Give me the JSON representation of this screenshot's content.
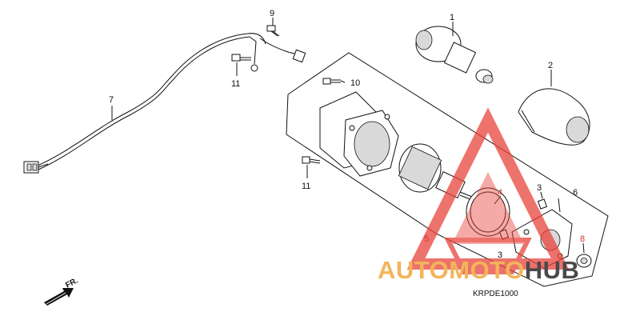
{
  "callouts": {
    "c1": "1",
    "c2": "2",
    "c3a": "3",
    "c3b": "3",
    "c4": "4",
    "c5": "5",
    "c6": "6",
    "c7": "7",
    "c8": "8",
    "c9": "9",
    "c10": "10",
    "c11a": "11",
    "c11b": "11"
  },
  "diagram_code": "KRPDE1000",
  "front_marker": "FR.",
  "watermark": {
    "part1": "AUTOMOTO",
    "part2": "HUB",
    "color_primary": "#f3b45a",
    "color_secondary": "#4a4a4a",
    "logo_color": "#e8433a"
  }
}
